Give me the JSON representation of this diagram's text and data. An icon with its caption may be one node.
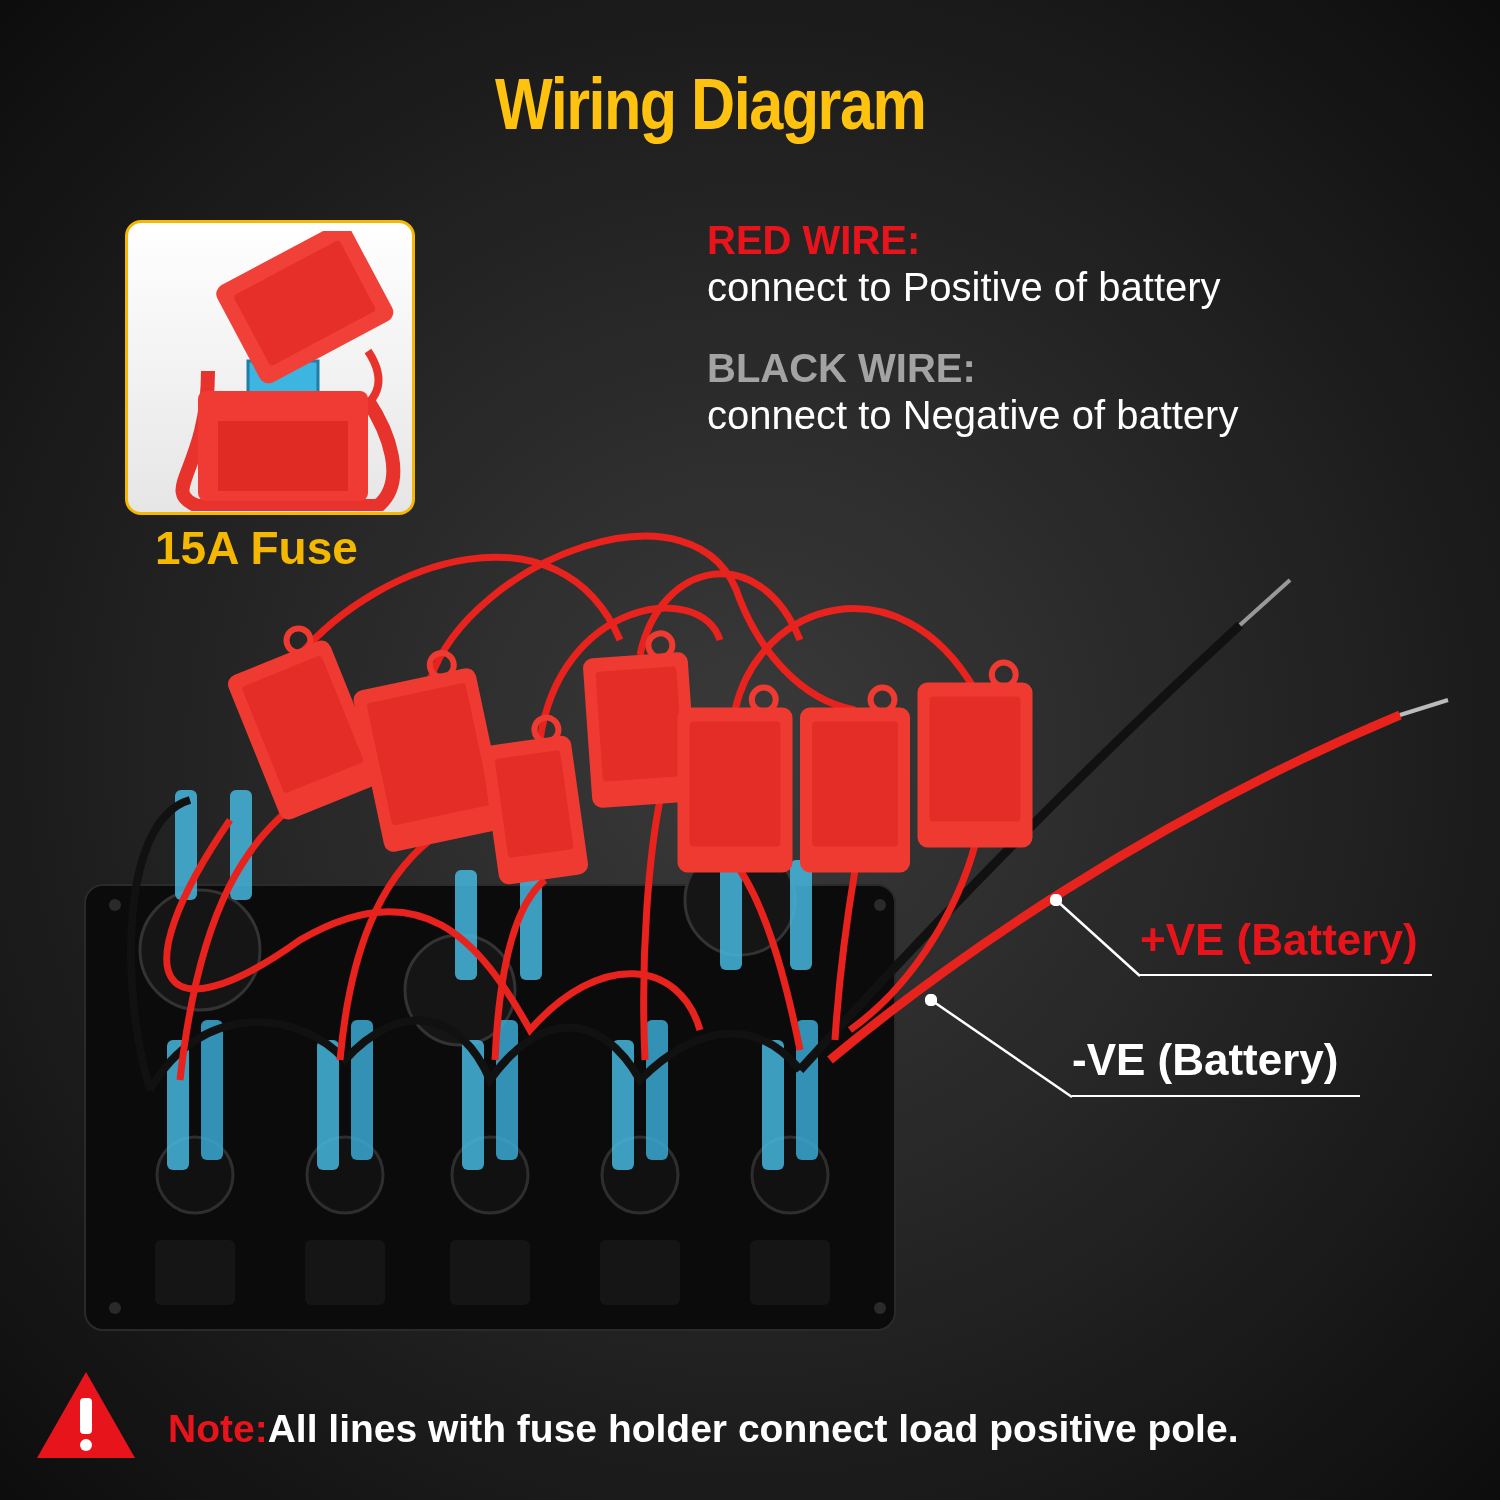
{
  "diagram": {
    "title": "Wiring Diagram",
    "nodes": [
      {
        "text": [
          "15A Fuse"
        ]
      },
      {
        "text": [
          "+VE (Battery)"
        ]
      },
      {
        "text": [
          "-VE (Battery)"
        ]
      }
    ],
    "edges": [
      {
        "from": 1,
        "to": null,
        "arrow": "other",
        "color": "#ffffff"
      },
      {
        "from": 2,
        "to": null,
        "arrow": "other",
        "color": "#ffffff"
      }
    ],
    "labels": [
      "RED WIRE:",
      "connect to Positive of battery",
      "BLACK WIRE:",
      "connect to Negative of battery",
      "Note:",
      "All lines with fuse holder connect load positive pole."
    ]
  }
}
